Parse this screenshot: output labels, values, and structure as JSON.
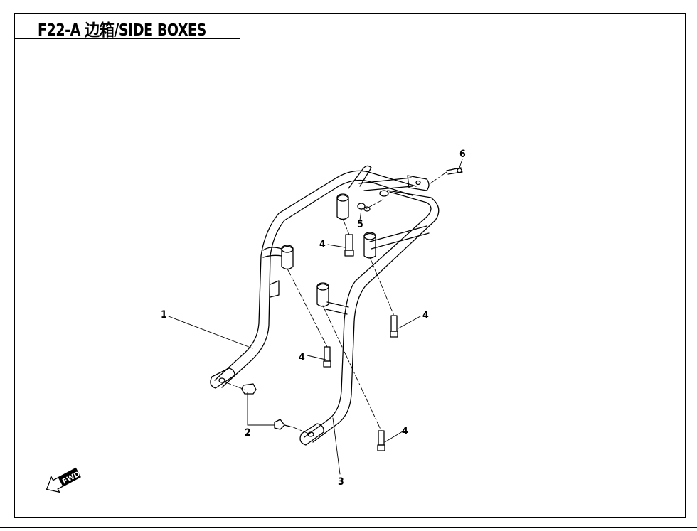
{
  "title": "F22-A  边箱/SIDE BOXES",
  "callouts": {
    "c1": "1",
    "c2": "2",
    "c3": "3",
    "c4a": "4",
    "c4b": "4",
    "c4c": "4",
    "c4d": "4",
    "c5": "5",
    "c6": "6"
  },
  "fwd_label": "FWD"
}
